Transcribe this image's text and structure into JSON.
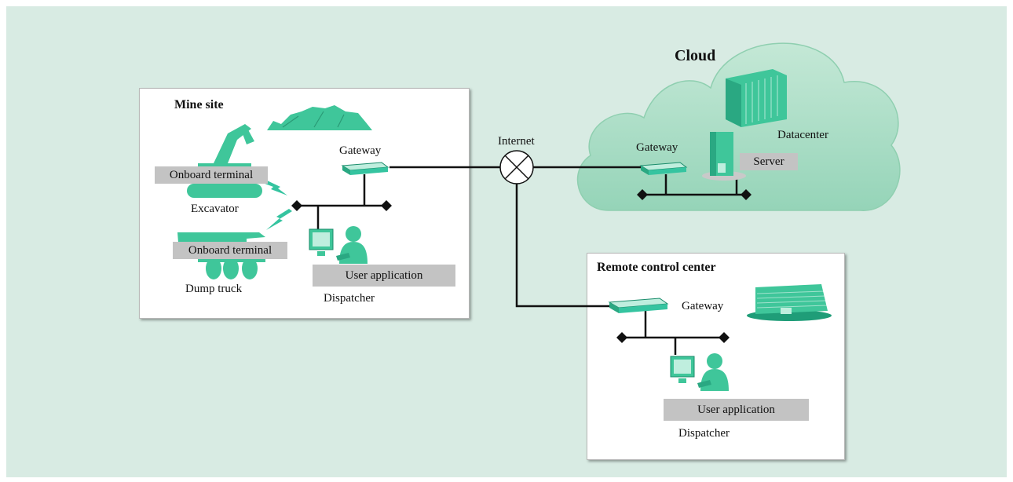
{
  "cloud": {
    "title": "Cloud",
    "gateway": "Gateway",
    "datacenter": "Datacenter",
    "server": "Server"
  },
  "mine_site": {
    "title": "Mine site",
    "gateway": "Gateway",
    "excavator_terminal": "Onboard terminal",
    "excavator": "Excavator",
    "truck_terminal": "Onboard terminal",
    "dump_truck": "Dump truck",
    "user_application": "User application",
    "dispatcher": "Dispatcher"
  },
  "internet": "Internet",
  "remote_center": {
    "title": "Remote control center",
    "gateway": "Gateway",
    "user_application": "User application",
    "dispatcher": "Dispatcher"
  },
  "colors": {
    "background": "#d8ebe3",
    "accent": "#3dbf95",
    "cloud": "#a6dcc4",
    "tag": "#c3c3c3"
  }
}
